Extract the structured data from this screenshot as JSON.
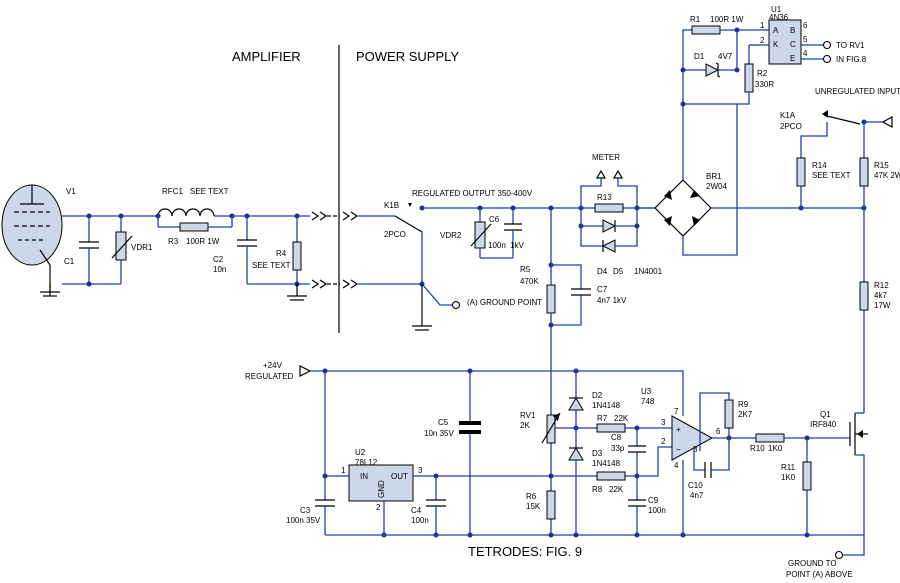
{
  "sections": {
    "amplifier": "AMPLIFIER",
    "power_supply": "POWER SUPPLY",
    "footer": "TETRODES: FIG. 9"
  },
  "components": {
    "V1": "V1",
    "C1": "C1",
    "VDR1": "VDR1",
    "RFC1": "RFC1",
    "RFC1_val": "SEE TEXT",
    "R3": "R3",
    "R3_val": "100R 1W",
    "C2": "C2",
    "C2_val": "10n",
    "R4": "R4",
    "R4_val": "SEE TEXT",
    "K1B": "K1B",
    "K1B_val": "2PCO",
    "ground_point": "(A)  GROUND POINT",
    "regulated_output": "REGULATED OUTPUT 350-400V",
    "VDR2": "VDR2",
    "C6": "C6",
    "C6_val1": "100n",
    "C6_val2": "1kV",
    "R5": "R5",
    "R5_val": "470K",
    "C7": "C7",
    "C7_val": "4n7  1kV",
    "meter": "METER",
    "R13": "R13",
    "D4": "D4",
    "D5": "D5",
    "D45_val": "1N4001",
    "BR1": "BR1",
    "BR1_val": "2W04",
    "R1": "R1",
    "R1_val": "100R 1W",
    "D1": "D1",
    "D1_val": "4V7",
    "R2": "R2",
    "R2_val": "330R",
    "U1": "U1",
    "U1_val": "4N36",
    "to_rv1": "TO RV1",
    "in_fig8": "IN FIG.8",
    "unregulated_input": "UNREGULATED INPUT",
    "K1A": "K1A",
    "K1A_val": "2PCO",
    "R14": "R14",
    "R14_val": "SEE TEXT",
    "R15": "R15",
    "R15_val": "47K 2W",
    "R12": "R12",
    "R12_val1": "4k7",
    "R12_val2": "17W",
    "plus24": "+24V",
    "regulated": "REGULATED",
    "C5": "C5",
    "C5_val": "10n 35V",
    "U2": "U2",
    "U2_val": "78L12",
    "U2_in": "IN",
    "U2_out": "OUT",
    "U2_gnd": "GND",
    "C3": "C3",
    "C3_val": "100n 35V",
    "C4": "C4",
    "C4_val": "100n",
    "RV1": "RV1",
    "RV1_val": "2K",
    "R6": "R6",
    "R6_val": "15K",
    "D2": "D2",
    "D2_val": "1N4148",
    "D3": "D3",
    "D3_val": "1N4148",
    "R7": "R7",
    "R7_val": "22K",
    "R8": "R8",
    "R8_val": "22K",
    "C8": "C8",
    "C8_val": "33p",
    "C9": "C9",
    "C9_val": "100n",
    "U3": "U3",
    "U3_val": "748",
    "R9": "R9",
    "R9_val": "2K7",
    "C10": "C10",
    "C10_val": "4n7",
    "R10": "R10",
    "R10_val": "1K0",
    "R11": "R11",
    "R11_val": "1K0",
    "Q1": "Q1",
    "Q1_val": "IRF840",
    "ground_to": "GROUND TO",
    "point_above": "POINT (A) ABOVE"
  },
  "pins": {
    "u1_1": "1",
    "u1_2": "2",
    "u1_4": "4",
    "u1_5": "5",
    "u1_6": "6",
    "u1_A": "A",
    "u1_K": "K",
    "u1_E": "E",
    "u1_B": "B",
    "u1_C": "C",
    "u2_1": "1",
    "u2_2": "2",
    "u2_3": "3",
    "u3_2": "2",
    "u3_3": "3",
    "u3_4": "4",
    "u3_6": "6",
    "u3_7": "7",
    "u3_8": "8"
  }
}
